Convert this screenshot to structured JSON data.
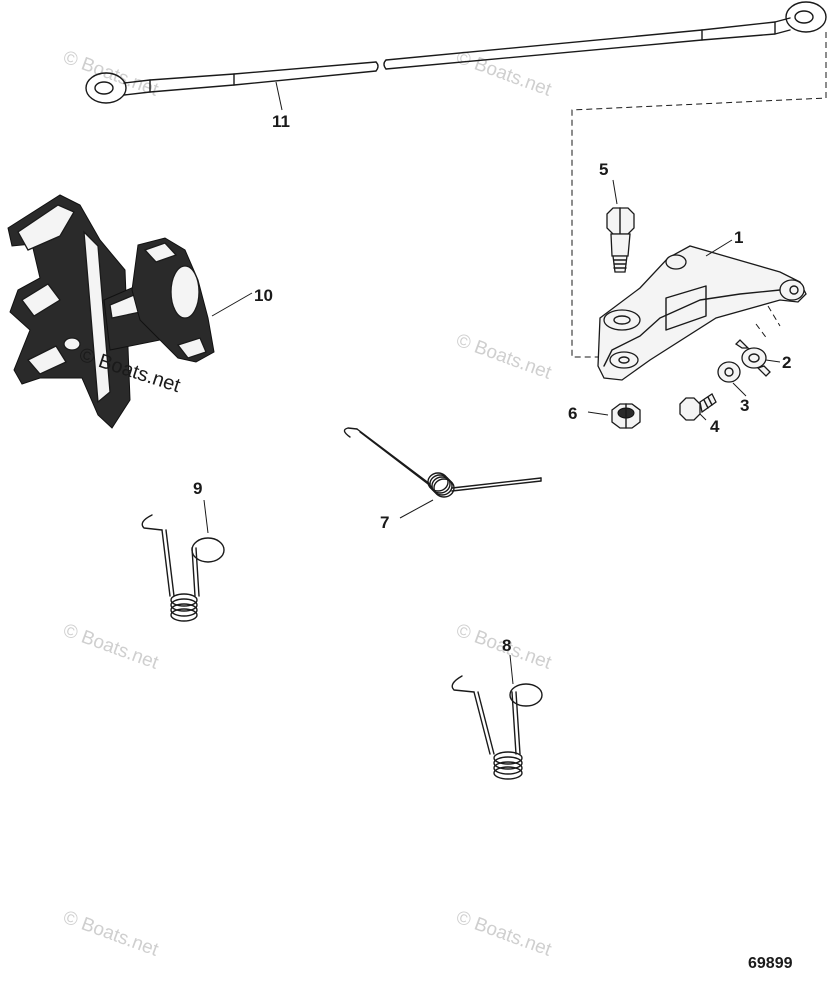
{
  "diagram": {
    "figure_number": "69899",
    "watermark": "© Boats.net",
    "callouts": [
      {
        "id": "1",
        "label": "1"
      },
      {
        "id": "2",
        "label": "2"
      },
      {
        "id": "3",
        "label": "3"
      },
      {
        "id": "4",
        "label": "4"
      },
      {
        "id": "5",
        "label": "5"
      },
      {
        "id": "6",
        "label": "6"
      },
      {
        "id": "7",
        "label": "7"
      },
      {
        "id": "8",
        "label": "8"
      },
      {
        "id": "9",
        "label": "9"
      },
      {
        "id": "10",
        "label": "10"
      },
      {
        "id": "11",
        "label": "11"
      }
    ]
  }
}
